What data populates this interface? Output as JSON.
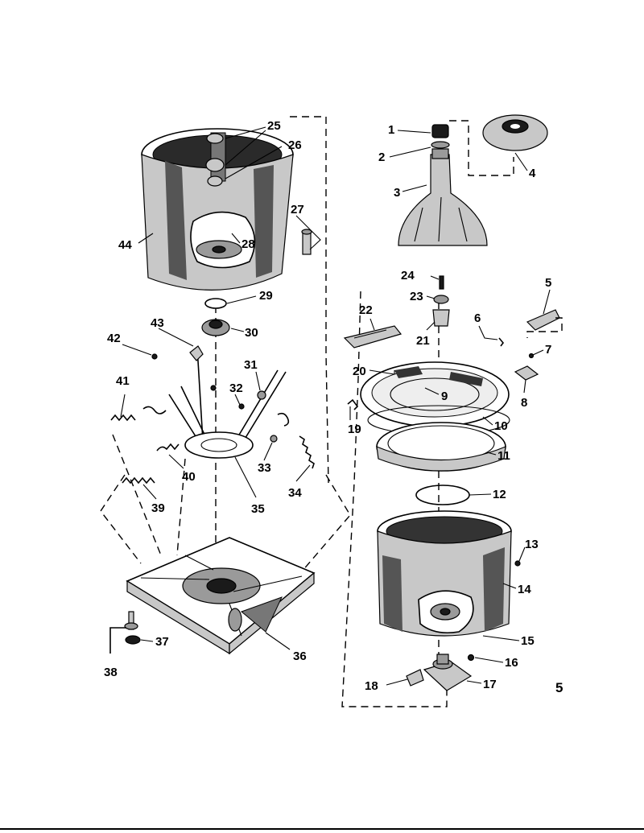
{
  "page_marker": "5",
  "part_labels": {
    "p1": "1",
    "p2": "2",
    "p3": "3",
    "p4": "4",
    "p5": "5",
    "p6": "6",
    "p7": "7",
    "p8": "8",
    "p9": "9",
    "p10": "10",
    "p11": "11",
    "p12": "12",
    "p13": "13",
    "p14": "14",
    "p15": "15",
    "p16": "16",
    "p17": "17",
    "p18": "18",
    "p19": "19",
    "p20": "20",
    "p21": "21",
    "p22": "22",
    "p23": "23",
    "p24": "24",
    "p25": "25",
    "p26": "26",
    "p27": "27",
    "p28": "28",
    "p29": "29",
    "p30": "30",
    "p31": "31",
    "p32": "32",
    "p33": "33",
    "p34": "34",
    "p35": "35",
    "p36": "36",
    "p37": "37",
    "p38": "38",
    "p39": "39",
    "p40": "40",
    "p41": "41",
    "p42": "42",
    "p43": "43",
    "p44": "44"
  }
}
